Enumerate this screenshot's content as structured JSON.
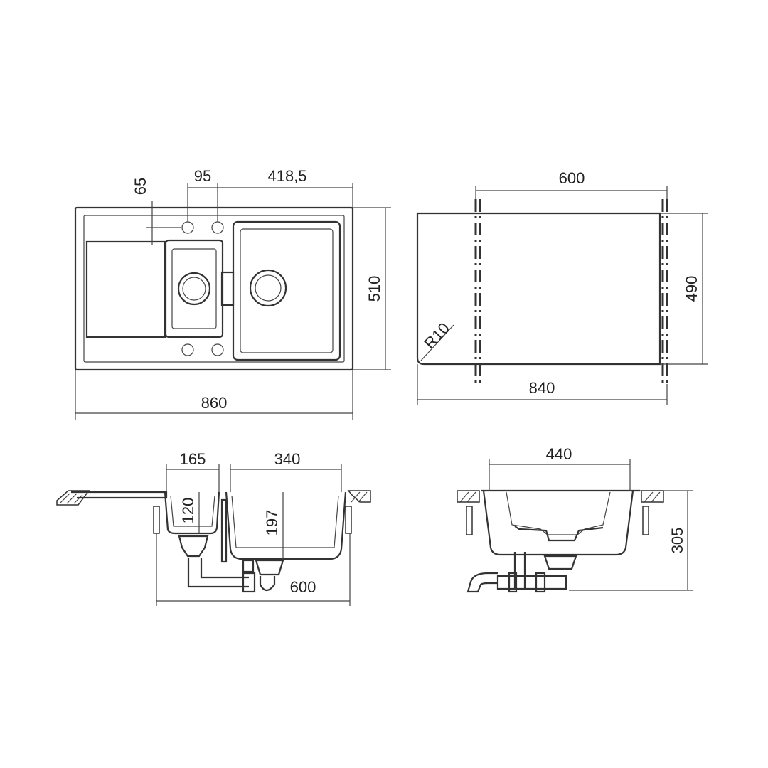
{
  "top_view": {
    "dims": {
      "overall_width": "860",
      "overall_depth": "510",
      "edge_to_tap": "65",
      "tap_spacing": "95",
      "tap_to_edge": "418,5"
    }
  },
  "cutout_view": {
    "dims": {
      "width": "840",
      "inner_width": "600",
      "depth": "490",
      "radius": "R10"
    }
  },
  "front_section": {
    "dims": {
      "small_bowl_width": "165",
      "small_bowl_depth": "120",
      "main_bowl_width": "340",
      "main_bowl_depth": "197",
      "cabinet_width": "600"
    }
  },
  "side_section": {
    "dims": {
      "bowl_width": "440",
      "total_height": "305"
    }
  },
  "colors": {
    "line": "#333333",
    "background": "#ffffff"
  }
}
